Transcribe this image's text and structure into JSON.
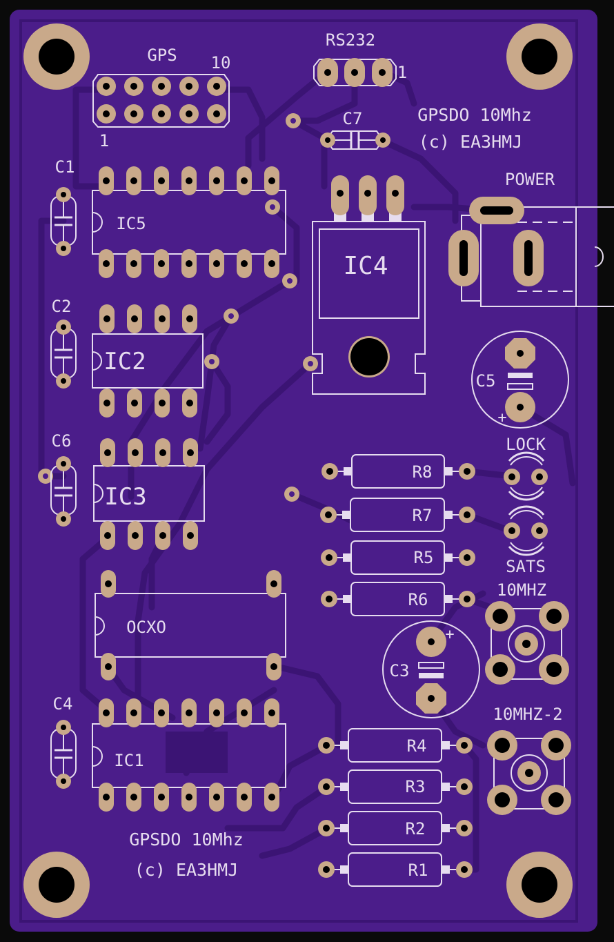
{
  "board": {
    "colors": {
      "substrate": "#4b1d8a",
      "trace": "#3b1474",
      "copper": "#c9a98a",
      "silkscreen": "#e6dcef",
      "frame": "#0a0a0a"
    },
    "headers": {
      "gps": {
        "label": "GPS",
        "pin_first": "1",
        "pin_last": "10"
      },
      "rs232": {
        "label": "RS232",
        "pin_first": "1"
      }
    },
    "title_top": {
      "line1": "GPSDO 10Mhz",
      "line2": "(c) EA3HMJ"
    },
    "title_bottom": {
      "line1": "GPSDO 10Mhz",
      "line2": "(c) EA3HMJ"
    },
    "power": {
      "label": "POWER"
    },
    "ics": {
      "ic1": "IC1",
      "ic2": "IC2",
      "ic3": "IC3",
      "ic4": "IC4",
      "ic5": "IC5",
      "ocxo": "OCXO"
    },
    "capacitors": {
      "c1": "C1",
      "c2": "C2",
      "c3": "C3",
      "c4": "C4",
      "c5": "C5",
      "c6": "C6",
      "c7": "C7",
      "plus": "+"
    },
    "resistors": {
      "r1": "R1",
      "r2": "R2",
      "r3": "R3",
      "r4": "R4",
      "r5": "R5",
      "r6": "R6",
      "r7": "R7",
      "r8": "R8"
    },
    "leds": {
      "lock": "LOCK",
      "sats": "SATS"
    },
    "connectors": {
      "out1": "10MHZ",
      "out2": "10MHZ-2"
    }
  }
}
